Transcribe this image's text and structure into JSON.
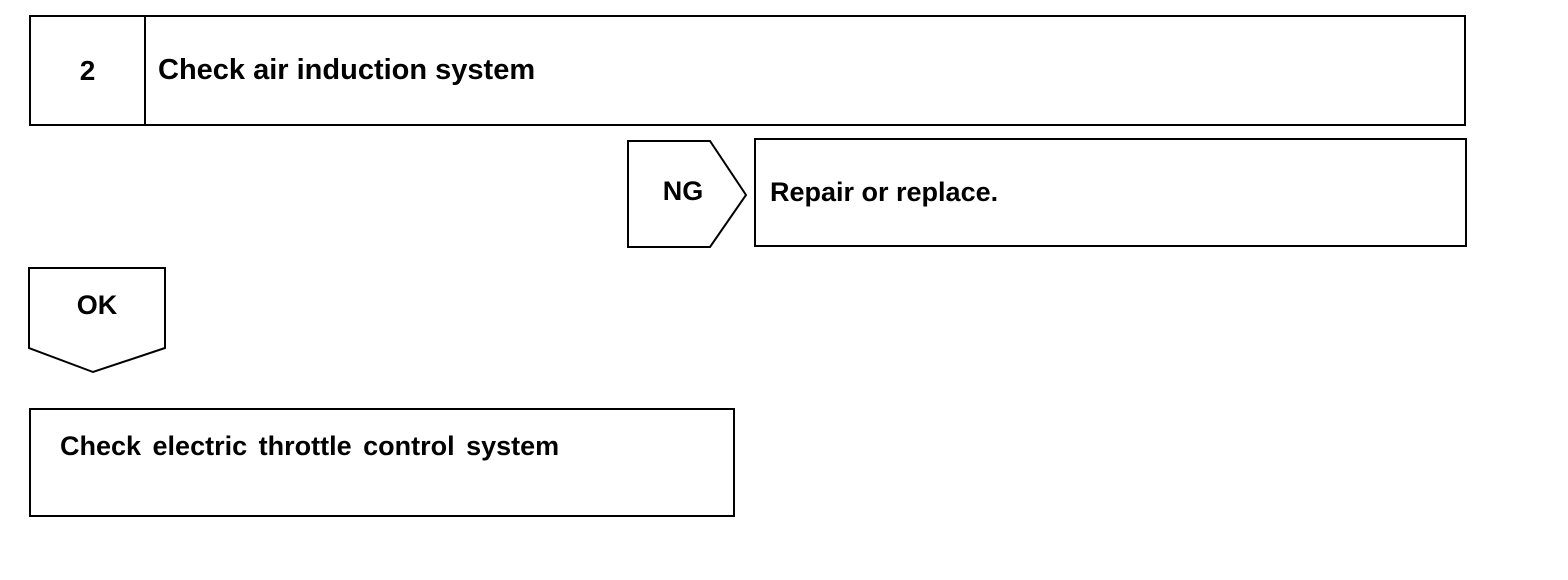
{
  "step": {
    "number": "2",
    "title": "Check air induction system"
  },
  "ng_branch": {
    "label": "NG",
    "action": "Repair or replace."
  },
  "ok_branch": {
    "label": "OK",
    "next_step": "Check electric throttle control system"
  }
}
